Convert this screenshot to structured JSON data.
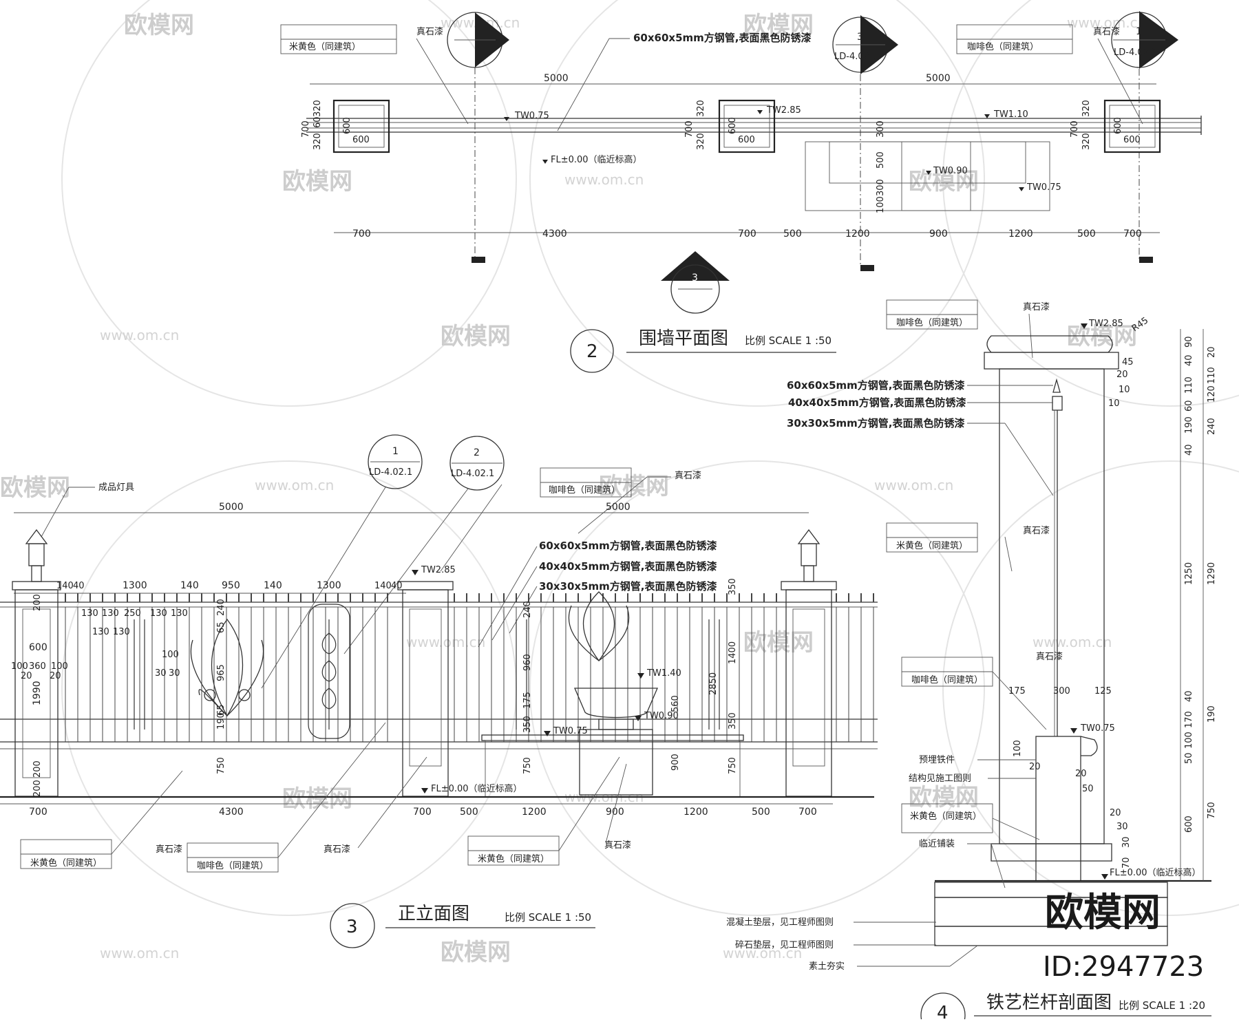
{
  "plan": {
    "title": "围墙平面图",
    "number": "2",
    "scale": "比例 SCALE 1 :50",
    "color_labels": [
      "米黄色（同建筑）",
      "咖啡色（同建筑）"
    ],
    "stone_paint": "真石漆",
    "pipe_label": "60x60x5mm方钢管,表面黑色防锈漆",
    "levels": [
      "TW0.75",
      "TW2.85",
      "TW1.10",
      "TW0.90",
      "TW0.75"
    ],
    "floor_level": "FL±0.00（临近标高）",
    "ref_left": {
      "num": "1",
      "sheet": "LD-4.02.2"
    },
    "ref_right": {
      "num": "3",
      "sheet": "LD-4.02.1"
    },
    "top_dims": [
      "5000",
      "5000"
    ],
    "bottom_dims": [
      "700",
      "4300",
      "700",
      "500",
      "1200",
      "900",
      "1200",
      "500",
      "700"
    ],
    "post_dims": [
      "700",
      "320",
      "60",
      "320",
      "600",
      "600"
    ],
    "side_dims": [
      "300",
      "500",
      "300",
      "100"
    ]
  },
  "elevation": {
    "title": "正立面图",
    "number": "3",
    "scale": "比例 SCALE 1 :50",
    "lamp_label": "成品灯具",
    "refs": [
      {
        "num": "1",
        "sheet": "LD-4.02.1"
      },
      {
        "num": "2",
        "sheet": "LD-4.02.1"
      }
    ],
    "pipes": [
      "60x60x5mm方钢管,表面黑色防锈漆",
      "40x40x5mm方钢管,表面黑色防锈漆",
      "30x30x5mm方钢管,表面黑色防锈漆"
    ],
    "coffee": "咖啡色（同建筑）",
    "beige": "米黄色（同建筑）",
    "stone_paint": "真石漆",
    "levels": [
      "TW2.85",
      "TW1.40",
      "TW0.90",
      "TW0.75"
    ],
    "floor_level": "FL±0.00（临近标高）",
    "top_dims": [
      "5000",
      "5000"
    ],
    "span_dims": [
      "140",
      "40",
      "1300",
      "140",
      "950",
      "140",
      "1300",
      "140",
      "40"
    ],
    "bottom_dims": [
      "700",
      "4300",
      "700",
      "500",
      "1200",
      "900",
      "1200",
      "500",
      "700"
    ],
    "left_dims": [
      "200",
      "600",
      "100",
      "360",
      "100",
      "20",
      "20",
      "1990",
      "200",
      "200"
    ],
    "panel_dims": [
      "130",
      "130",
      "250",
      "130",
      "130",
      "130",
      "130",
      "100",
      "30",
      "30"
    ],
    "vert_dims": [
      "65",
      "240",
      "965",
      "190",
      "65",
      "750",
      "240",
      "960",
      "175",
      "350",
      "750",
      "560",
      "900",
      "350",
      "1400",
      "2850",
      "350",
      "750"
    ]
  },
  "section": {
    "title": "铁艺栏杆剖面图",
    "number": "4",
    "scale": "比例 SCALE 1 :20",
    "coffee": "咖啡色（同建筑）",
    "beige": "米黄色（同建筑）",
    "stone_paint": "真石漆",
    "pipes": [
      "60x60x5mm方钢管,表面黑色防锈漆",
      "40x40x5mm方钢管,表面黑色防锈漆",
      "30x30x5mm方钢管,表面黑色防锈漆"
    ],
    "embed": "预埋铁件",
    "structure": "结构见施工图则",
    "paving": "临近铺装",
    "concrete": "混凝土垫层，见工程师图则",
    "gravel": "碎石垫层，见工程师图则",
    "soil": "素土夯实",
    "levels": [
      "TW2.85",
      "TW0.75"
    ],
    "floor_level": "FL±0.00（临近标高）",
    "r_label": "R45",
    "dims_top": [
      "45",
      "20",
      "10",
      "10"
    ],
    "dims_base": [
      "175",
      "300",
      "125",
      "100",
      "20",
      "20",
      "50",
      "20",
      "30",
      "70",
      "30"
    ],
    "right_dims_a": [
      "90",
      "40",
      "110",
      "60",
      "190",
      "40",
      "1250",
      "600"
    ],
    "right_dims_b": [
      "20",
      "110",
      "120",
      "240",
      "1290",
      "190",
      "40",
      "170",
      "100",
      "50",
      "750"
    ]
  },
  "watermark": {
    "brand": "欧模网",
    "site": "www.om.cn",
    "id": "ID:2947723"
  }
}
